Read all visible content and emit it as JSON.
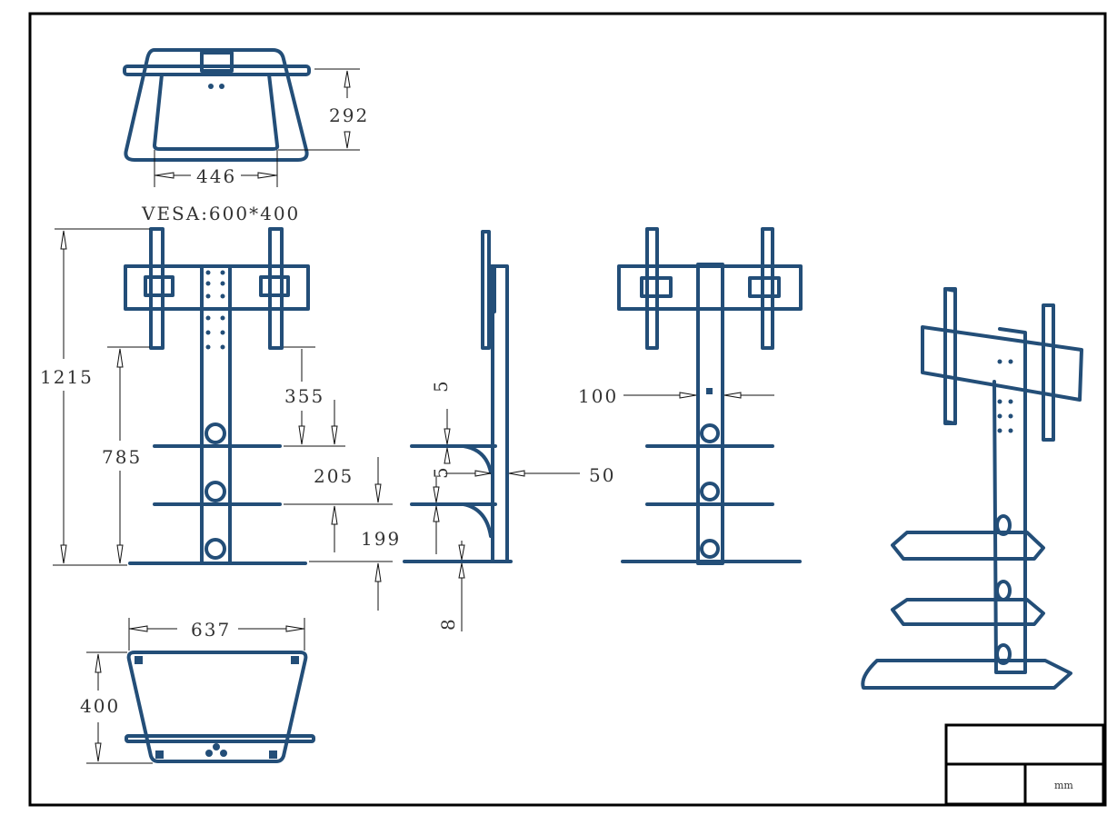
{
  "drawing": {
    "vesa_label": "VESA:600*400",
    "top_view": {
      "depth": "292",
      "width": "446"
    },
    "front_view": {
      "total_height": "1215",
      "lower_height": "785",
      "gap_top": "355",
      "shelf_spacing": "205",
      "bottom_shelf": "199"
    },
    "side_view": {
      "shelf_thickness_top": "5",
      "shelf_thickness_bottom": "5",
      "offset": "50",
      "base_thickness": "8"
    },
    "back_view": {
      "column_width": "100"
    },
    "base_view": {
      "width": "637",
      "depth": "400"
    },
    "title_block": {
      "unit": "mm"
    },
    "colors": {
      "line": "#234e78",
      "frame": "#000000"
    }
  }
}
